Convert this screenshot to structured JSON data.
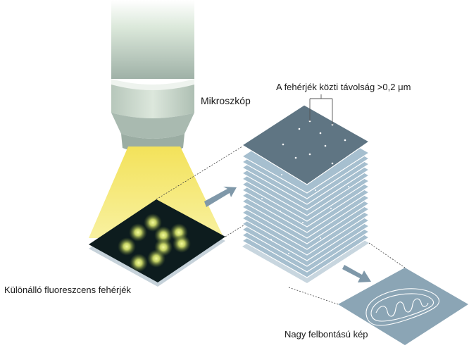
{
  "labels": {
    "microscope": "Mikroszkóp",
    "distance": "A fehérjék közti távolság >0,2 μm",
    "proteins": "Különálló fluoreszcens fehérjék",
    "result": "Nagy felbontású kép"
  },
  "colors": {
    "light_cone": "#f6ef86",
    "sample_plate": "#0d1c1e",
    "glow": "#e8f27a",
    "top_layer": "#5f7583",
    "layers": "#a6bfcf",
    "arrow": "#7f98a9",
    "result_plate": "#8ba5b5"
  }
}
